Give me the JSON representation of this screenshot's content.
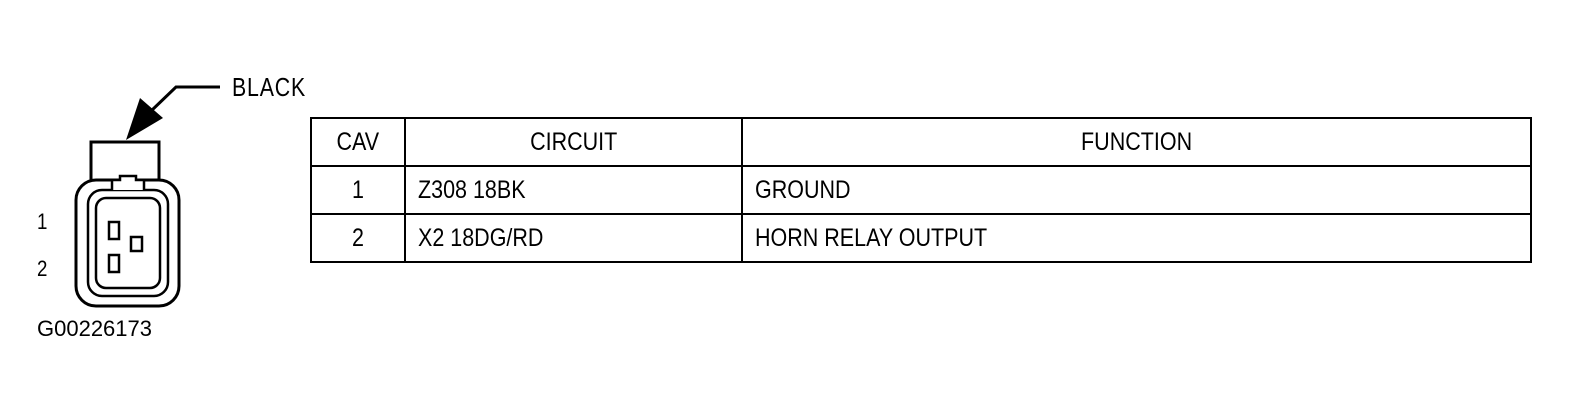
{
  "connector": {
    "color_label": "BLACK",
    "pin_labels": [
      "1",
      "2"
    ],
    "figure_id": "G00226173"
  },
  "table": {
    "headers": {
      "cav": "CAV",
      "circuit": "CIRCUIT",
      "function": "FUNCTION"
    },
    "rows": [
      {
        "cav": "1",
        "circuit": "Z308 18BK",
        "function": "GROUND"
      },
      {
        "cav": "2",
        "circuit": "X2 18DG/RD",
        "function": "HORN RELAY OUTPUT"
      }
    ]
  }
}
